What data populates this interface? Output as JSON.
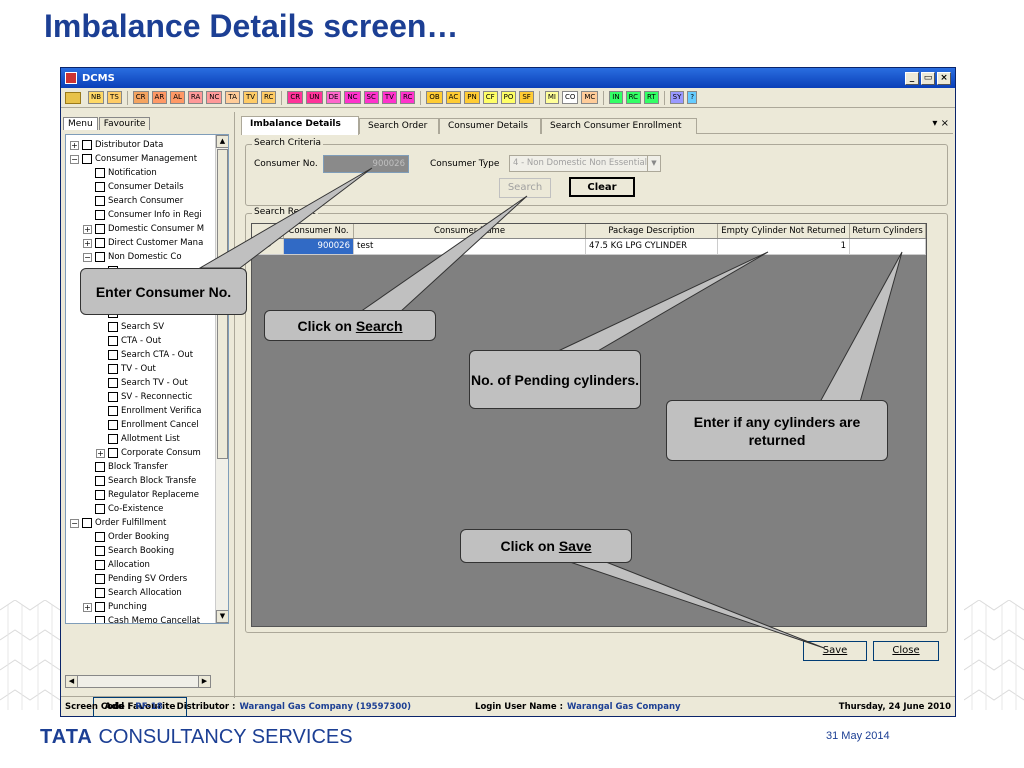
{
  "slide": {
    "title": "Imbalance Details screen…",
    "date": "31 May 2014",
    "footer_brand": "TATA",
    "footer_text": "CONSULTANCY SERVICES"
  },
  "window": {
    "title": "DCMS",
    "minimize": "_",
    "restore": "▭",
    "close": "×"
  },
  "toolbar": {
    "items": [
      {
        "label": "NB",
        "color": "#ffd966"
      },
      {
        "label": "TS",
        "color": "#ffcc66"
      },
      {
        "label": "CR",
        "color": "#f4a460"
      },
      {
        "label": "AR",
        "color": "#ff9966"
      },
      {
        "label": "AL",
        "color": "#ff9966"
      },
      {
        "label": "RA",
        "color": "#ff9999"
      },
      {
        "label": "NC",
        "color": "#ff9999"
      },
      {
        "label": "TA",
        "color": "#ffcc99"
      },
      {
        "label": "TV",
        "color": "#ffcc66"
      },
      {
        "label": "RC",
        "color": "#ffcc66"
      },
      {
        "label": "CR",
        "color": "#ff3399"
      },
      {
        "label": "UN",
        "color": "#ff3399"
      },
      {
        "label": "DE",
        "color": "#ff66cc"
      },
      {
        "label": "NC",
        "color": "#ff33cc"
      },
      {
        "label": "SC",
        "color": "#ff33cc"
      },
      {
        "label": "TV",
        "color": "#ff33cc"
      },
      {
        "label": "RC",
        "color": "#ff33cc"
      },
      {
        "label": "OB",
        "color": "#ffcc33"
      },
      {
        "label": "AC",
        "color": "#ffcc33"
      },
      {
        "label": "PN",
        "color": "#ffcc33"
      },
      {
        "label": "CF",
        "color": "#ffff66"
      },
      {
        "label": "PO",
        "color": "#ffff66"
      },
      {
        "label": "SF",
        "color": "#ffcc33"
      },
      {
        "label": "MI",
        "color": "#ffff99"
      },
      {
        "label": "CO",
        "color": "#ffffff"
      },
      {
        "label": "MC",
        "color": "#ffcc99"
      },
      {
        "label": "IN",
        "color": "#33ff66"
      },
      {
        "label": "RC",
        "color": "#33ff66"
      },
      {
        "label": "RT",
        "color": "#33ff66"
      },
      {
        "label": "SY",
        "color": "#9999ff"
      },
      {
        "label": "?",
        "color": "#66ccff"
      }
    ]
  },
  "left": {
    "tab_menu": "Menu",
    "tab_favourite": "Favourite",
    "add_favourite": "Add Favourite",
    "tree": [
      {
        "label": "Distributor Data",
        "level": 0,
        "exp": "+"
      },
      {
        "label": "Consumer Management",
        "level": 0,
        "exp": "−"
      },
      {
        "label": "Notification",
        "level": 1,
        "exp": ""
      },
      {
        "label": "Consumer Details",
        "level": 1,
        "exp": ""
      },
      {
        "label": "Search Consumer",
        "level": 1,
        "exp": ""
      },
      {
        "label": "Consumer Info in Regi",
        "level": 1,
        "exp": ""
      },
      {
        "label": "Domestic Consumer M",
        "level": 1,
        "exp": "+"
      },
      {
        "label": "Direct Customer Mana",
        "level": 1,
        "exp": "+"
      },
      {
        "label": "Non Domestic Co",
        "level": 1,
        "exp": "−"
      },
      {
        "label": "",
        "level": 2,
        "exp": ""
      },
      {
        "label": "",
        "level": 2,
        "exp": ""
      },
      {
        "label": "",
        "level": 2,
        "exp": ""
      },
      {
        "label": "",
        "level": 2,
        "exp": ""
      },
      {
        "label": "Search SV",
        "level": 2,
        "exp": ""
      },
      {
        "label": "CTA - Out",
        "level": 2,
        "exp": ""
      },
      {
        "label": "Search CTA - Out",
        "level": 2,
        "exp": ""
      },
      {
        "label": "TV - Out",
        "level": 2,
        "exp": ""
      },
      {
        "label": "Search TV - Out",
        "level": 2,
        "exp": ""
      },
      {
        "label": "SV  - Reconnectic",
        "level": 2,
        "exp": ""
      },
      {
        "label": "Enrollment Verifica",
        "level": 2,
        "exp": ""
      },
      {
        "label": "Enrollment Cancel",
        "level": 2,
        "exp": ""
      },
      {
        "label": "Allotment List",
        "level": 2,
        "exp": ""
      },
      {
        "label": "Corporate Consum",
        "level": 2,
        "exp": "+"
      },
      {
        "label": "Block Transfer",
        "level": 1,
        "exp": ""
      },
      {
        "label": "Search Block Transfe",
        "level": 1,
        "exp": ""
      },
      {
        "label": "Regulator Replaceme",
        "level": 1,
        "exp": ""
      },
      {
        "label": "Co-Existence",
        "level": 1,
        "exp": ""
      },
      {
        "label": "Order Fulfillment",
        "level": 0,
        "exp": "−"
      },
      {
        "label": "Order Booking",
        "level": 1,
        "exp": ""
      },
      {
        "label": "Search Booking",
        "level": 1,
        "exp": ""
      },
      {
        "label": "Allocation",
        "level": 1,
        "exp": ""
      },
      {
        "label": "Pending SV Orders",
        "level": 1,
        "exp": ""
      },
      {
        "label": "Search Allocation",
        "level": 1,
        "exp": ""
      },
      {
        "label": "Punching",
        "level": 1,
        "exp": "+"
      },
      {
        "label": "Cash Memo Cancellat",
        "level": 1,
        "exp": ""
      }
    ]
  },
  "tabs": [
    "Imbalance Details",
    "Search Order",
    "Consumer Details",
    "Search Consumer Enrollment"
  ],
  "tab_controls": "▾ ×",
  "criteria": {
    "group_label": "Search Criteria",
    "consumer_no_label": "Consumer No.",
    "consumer_no_value": "900026",
    "consumer_type_label": "Consumer Type",
    "consumer_type_value": "4 - Non Domestic Non Essential",
    "search_btn": "Search",
    "clear_btn": "Clear"
  },
  "result": {
    "group_label": "Search Result",
    "columns": [
      "Consumer No.",
      "Consumer Name",
      "Package Description",
      "Empty Cylinder Not Returned",
      "Return Cylinders"
    ],
    "rows": [
      {
        "consumer_no": "900026",
        "name": "test",
        "package": "47.5 KG LPG CYLINDER",
        "empty_not_returned": "1",
        "return_cylinders": ""
      }
    ]
  },
  "actions": {
    "save": "Save",
    "close": "Close"
  },
  "status": {
    "screen_code_label": "Screen Code :",
    "screen_code": "RF-18",
    "distributor_label": "Distributor :",
    "distributor": "Warangal Gas Company (19597300)",
    "login_label": "Login User Name :",
    "login": "Warangal Gas Company",
    "date": "Thursday, 24 June 2010"
  },
  "callouts": {
    "enter_consumer": "Enter Consumer No.",
    "click_on": "Click on",
    "search_word": "Search",
    "pending": "No. of Pending cylinders.",
    "returned": "Enter if any cylinders are returned",
    "save_word": "Save"
  }
}
